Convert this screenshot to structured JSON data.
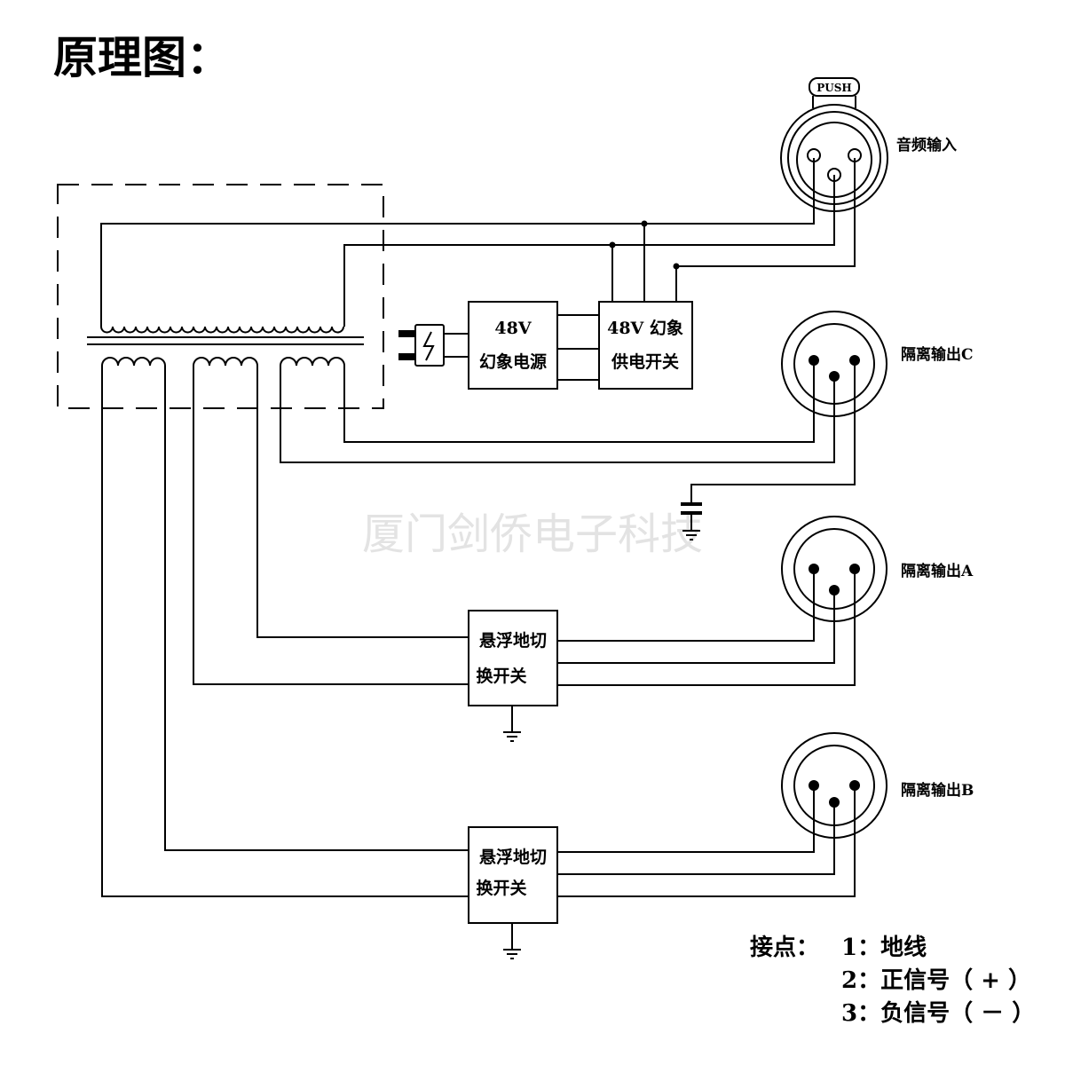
{
  "title": "原理图：",
  "watermark": "厦门剑侨电子科技",
  "connectors": {
    "input": {
      "label": "音频输入",
      "badge": "PUSH"
    },
    "output_c": {
      "label": "隔离输出C"
    },
    "output_a": {
      "label": "隔离输出A"
    },
    "output_b": {
      "label": "隔离输出B"
    }
  },
  "blocks": {
    "power_supply": {
      "line1": "48V",
      "line2": "幻象电源"
    },
    "phantom_switch": {
      "line1": "48V 幻象",
      "line2": "供电开关"
    },
    "ground_lift_a": {
      "line1": "悬浮地切",
      "line2": "换开关"
    },
    "ground_lift_b": {
      "line1": "悬浮地切",
      "line2": "换开关"
    }
  },
  "legend": {
    "heading": "接点：",
    "items": [
      "1：地线",
      "2：正信号（ + ）",
      "3：负信号（ － ）"
    ]
  }
}
